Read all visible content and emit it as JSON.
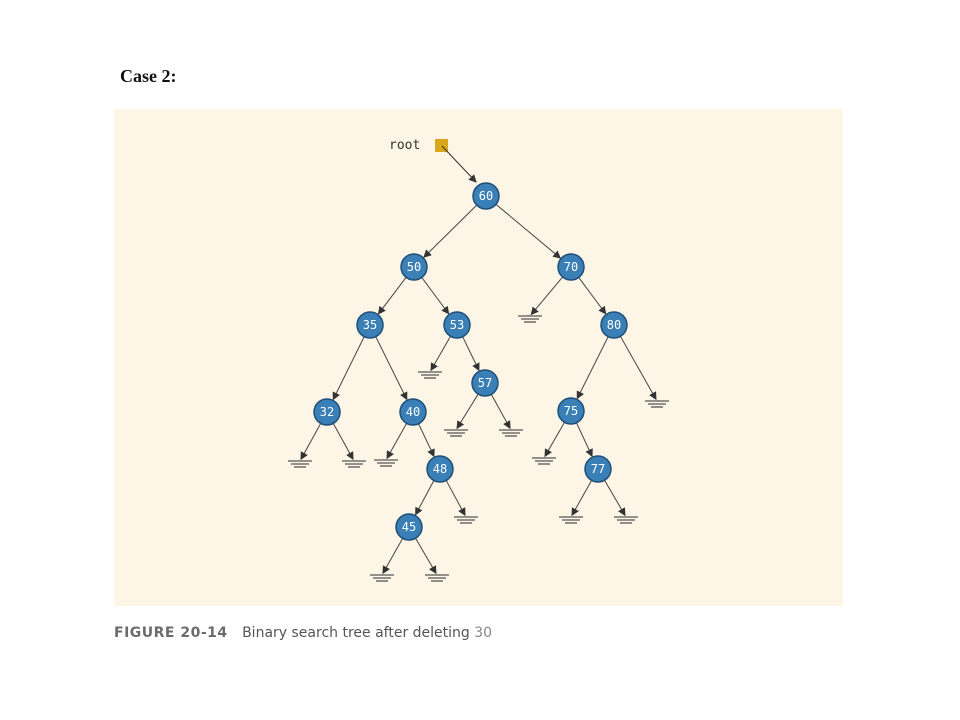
{
  "heading": "Case 2:",
  "root_label": "root",
  "caption": {
    "label": "FIGURE 20-14",
    "text": "Binary search tree after deleting",
    "value": "30"
  },
  "colors": {
    "panel": "#fdf6e6",
    "node_fill": "#3a7fb5",
    "node_stroke": "#1f4f78",
    "root_box": "#d8a81a",
    "edge": "#444444"
  },
  "tree": {
    "nodes": [
      {
        "id": "n60",
        "label": "60"
      },
      {
        "id": "n50",
        "label": "50"
      },
      {
        "id": "n70",
        "label": "70"
      },
      {
        "id": "n35",
        "label": "35"
      },
      {
        "id": "n53",
        "label": "53"
      },
      {
        "id": "n80",
        "label": "80"
      },
      {
        "id": "n57",
        "label": "57"
      },
      {
        "id": "n32",
        "label": "32"
      },
      {
        "id": "n40",
        "label": "40"
      },
      {
        "id": "n75",
        "label": "75"
      },
      {
        "id": "n48",
        "label": "48"
      },
      {
        "id": "n77",
        "label": "77"
      },
      {
        "id": "n45",
        "label": "45"
      }
    ],
    "edges": [
      [
        "n60",
        "n50"
      ],
      [
        "n60",
        "n70"
      ],
      [
        "n50",
        "n35"
      ],
      [
        "n50",
        "n53"
      ],
      [
        "n70",
        "null-70-left"
      ],
      [
        "n70",
        "n80"
      ],
      [
        "n35",
        "n32"
      ],
      [
        "n35",
        "n40"
      ],
      [
        "n53",
        "null-53-left"
      ],
      [
        "n53",
        "n57"
      ],
      [
        "n80",
        "n75"
      ],
      [
        "n80",
        "null-80-right"
      ],
      [
        "n57",
        "null-57-left"
      ],
      [
        "n57",
        "null-57-right"
      ],
      [
        "n32",
        "null-32-left"
      ],
      [
        "n32",
        "null-32-right"
      ],
      [
        "n40",
        "null-40-left"
      ],
      [
        "n40",
        "n48"
      ],
      [
        "n75",
        "null-75-left"
      ],
      [
        "n75",
        "n77"
      ],
      [
        "n48",
        "n45"
      ],
      [
        "n48",
        "null-48-right"
      ],
      [
        "n77",
        "null-77-left"
      ],
      [
        "n77",
        "null-77-right"
      ],
      [
        "n45",
        "null-45-left"
      ],
      [
        "n45",
        "null-45-right"
      ]
    ]
  }
}
